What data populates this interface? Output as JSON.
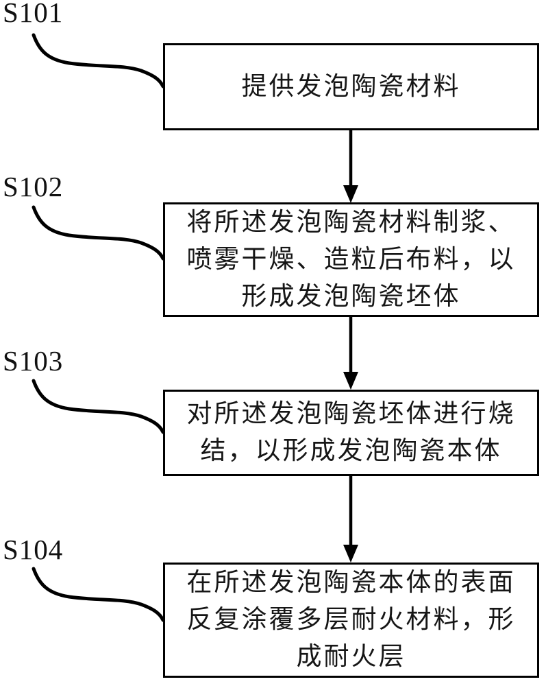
{
  "figure": {
    "type": "flowchart",
    "background_color": "#ffffff",
    "line_color": "#000000",
    "text_color": "#161616",
    "steps": [
      {
        "label": "S101",
        "lines": [
          "提供发泡陶瓷材料"
        ]
      },
      {
        "label": "S102",
        "lines": [
          "将所述发泡陶瓷材料制浆、",
          "喷雾干燥、造粒后布料，以",
          "形成发泡陶瓷坯体"
        ]
      },
      {
        "label": "S103",
        "lines": [
          "对所述发泡陶瓷坯体进行烧",
          "结，以形成发泡陶瓷本体"
        ]
      },
      {
        "label": "S104",
        "lines": [
          "在所述发泡陶瓷本体的表面",
          "反复涂覆多层耐火材料，形",
          "成耐火层"
        ]
      }
    ]
  }
}
